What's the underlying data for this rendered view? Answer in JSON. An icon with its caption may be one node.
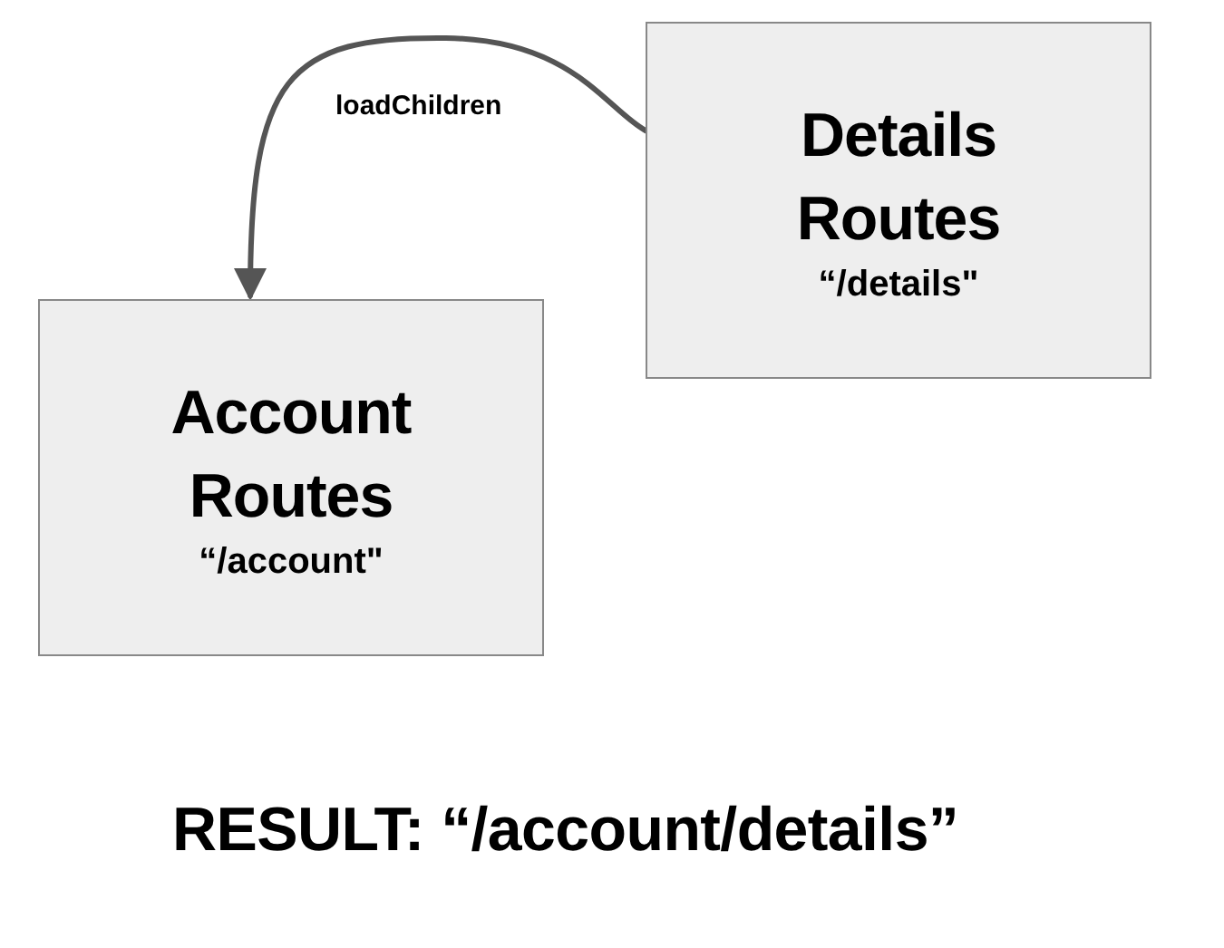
{
  "diagram": {
    "nodes": [
      {
        "text": [
          "Details Routes",
          "“/details\""
        ]
      },
      {
        "text": [
          "Account Routes",
          "“/account\""
        ]
      }
    ],
    "edges": [
      {
        "from": 0,
        "to": 1,
        "arrow": "to",
        "label": "loadChildren"
      }
    ],
    "labels": [
      "RESULT: “/account/details”"
    ]
  }
}
